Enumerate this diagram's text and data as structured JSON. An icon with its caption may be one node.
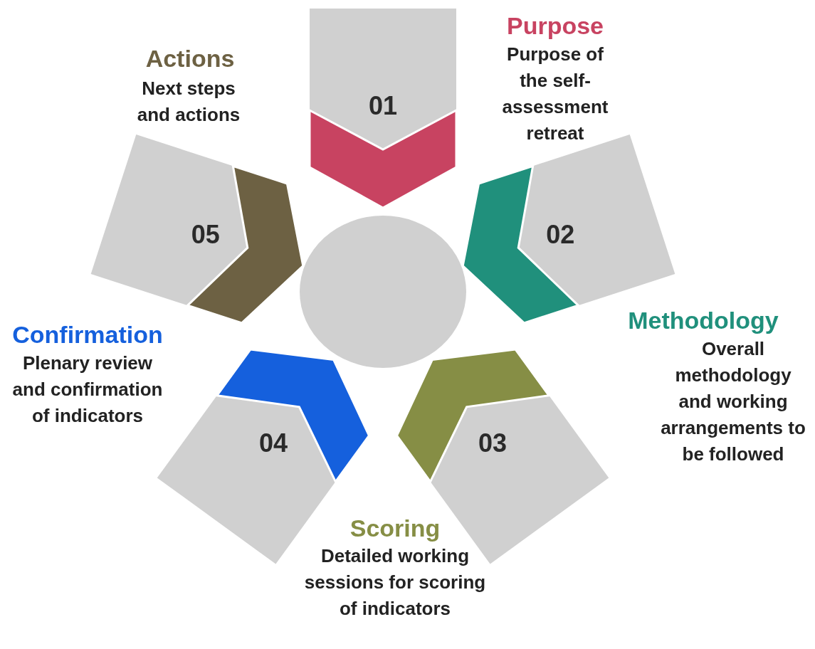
{
  "diagram": {
    "nodes": [
      {
        "text": [],
        "shape": "circle"
      },
      {
        "text": [
          "01"
        ],
        "beside": [
          "Purpose",
          "Purpose of the self-assessment retreat"
        ]
      },
      {
        "text": [
          "02"
        ],
        "beside": [
          "Methodology",
          "Overall methodology and working arrangements to be followed"
        ]
      },
      {
        "text": [
          "03"
        ],
        "beside": [
          "Scoring",
          "Detailed working sessions for scoring of indicators"
        ]
      },
      {
        "text": [
          "04"
        ],
        "beside": [
          "Confirmation",
          "Plenary review and confirmation of indicators"
        ]
      },
      {
        "text": [
          "05"
        ],
        "beside": [
          "Actions",
          "Next steps and actions"
        ]
      }
    ],
    "edges": []
  }
}
